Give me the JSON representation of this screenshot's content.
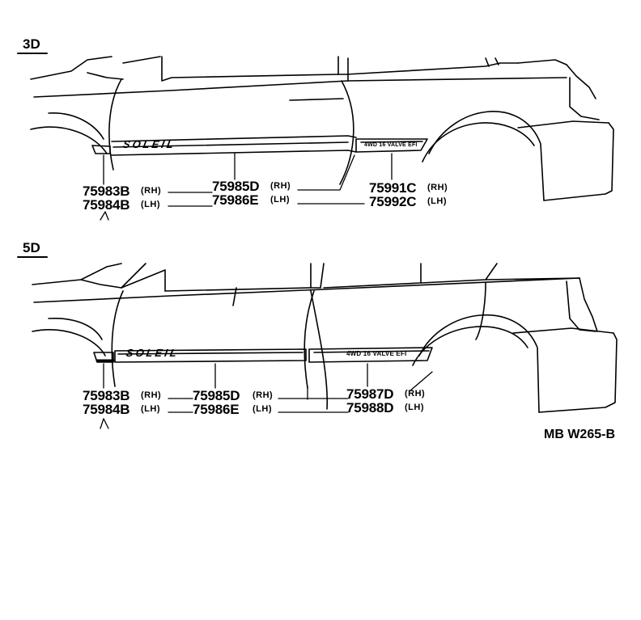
{
  "sections": [
    {
      "id": "3D",
      "label": "3D",
      "emblem_text": "SOLEIL",
      "rear_badge_text": "4WD 16 VALVE EFI",
      "callouts": [
        {
          "rh": "75983B",
          "lh": "75984B"
        },
        {
          "rh": "75985D",
          "lh": "75986E"
        },
        {
          "rh": "75991C",
          "lh": "75992C"
        }
      ]
    },
    {
      "id": "5D",
      "label": "5D",
      "emblem_text": "SOLEIL",
      "rear_badge_text": "4WD 16 VALVE EFI",
      "callouts": [
        {
          "rh": "75983B",
          "lh": "75984B"
        },
        {
          "rh": "75985D",
          "lh": "75986E"
        },
        {
          "rh": "75987D",
          "lh": "75988D"
        }
      ]
    }
  ],
  "side_labels": {
    "rh": "(RH)",
    "lh": "(LH)"
  },
  "diagram_code": "MB W265-B",
  "line_color": "#000000",
  "background": "#ffffff"
}
